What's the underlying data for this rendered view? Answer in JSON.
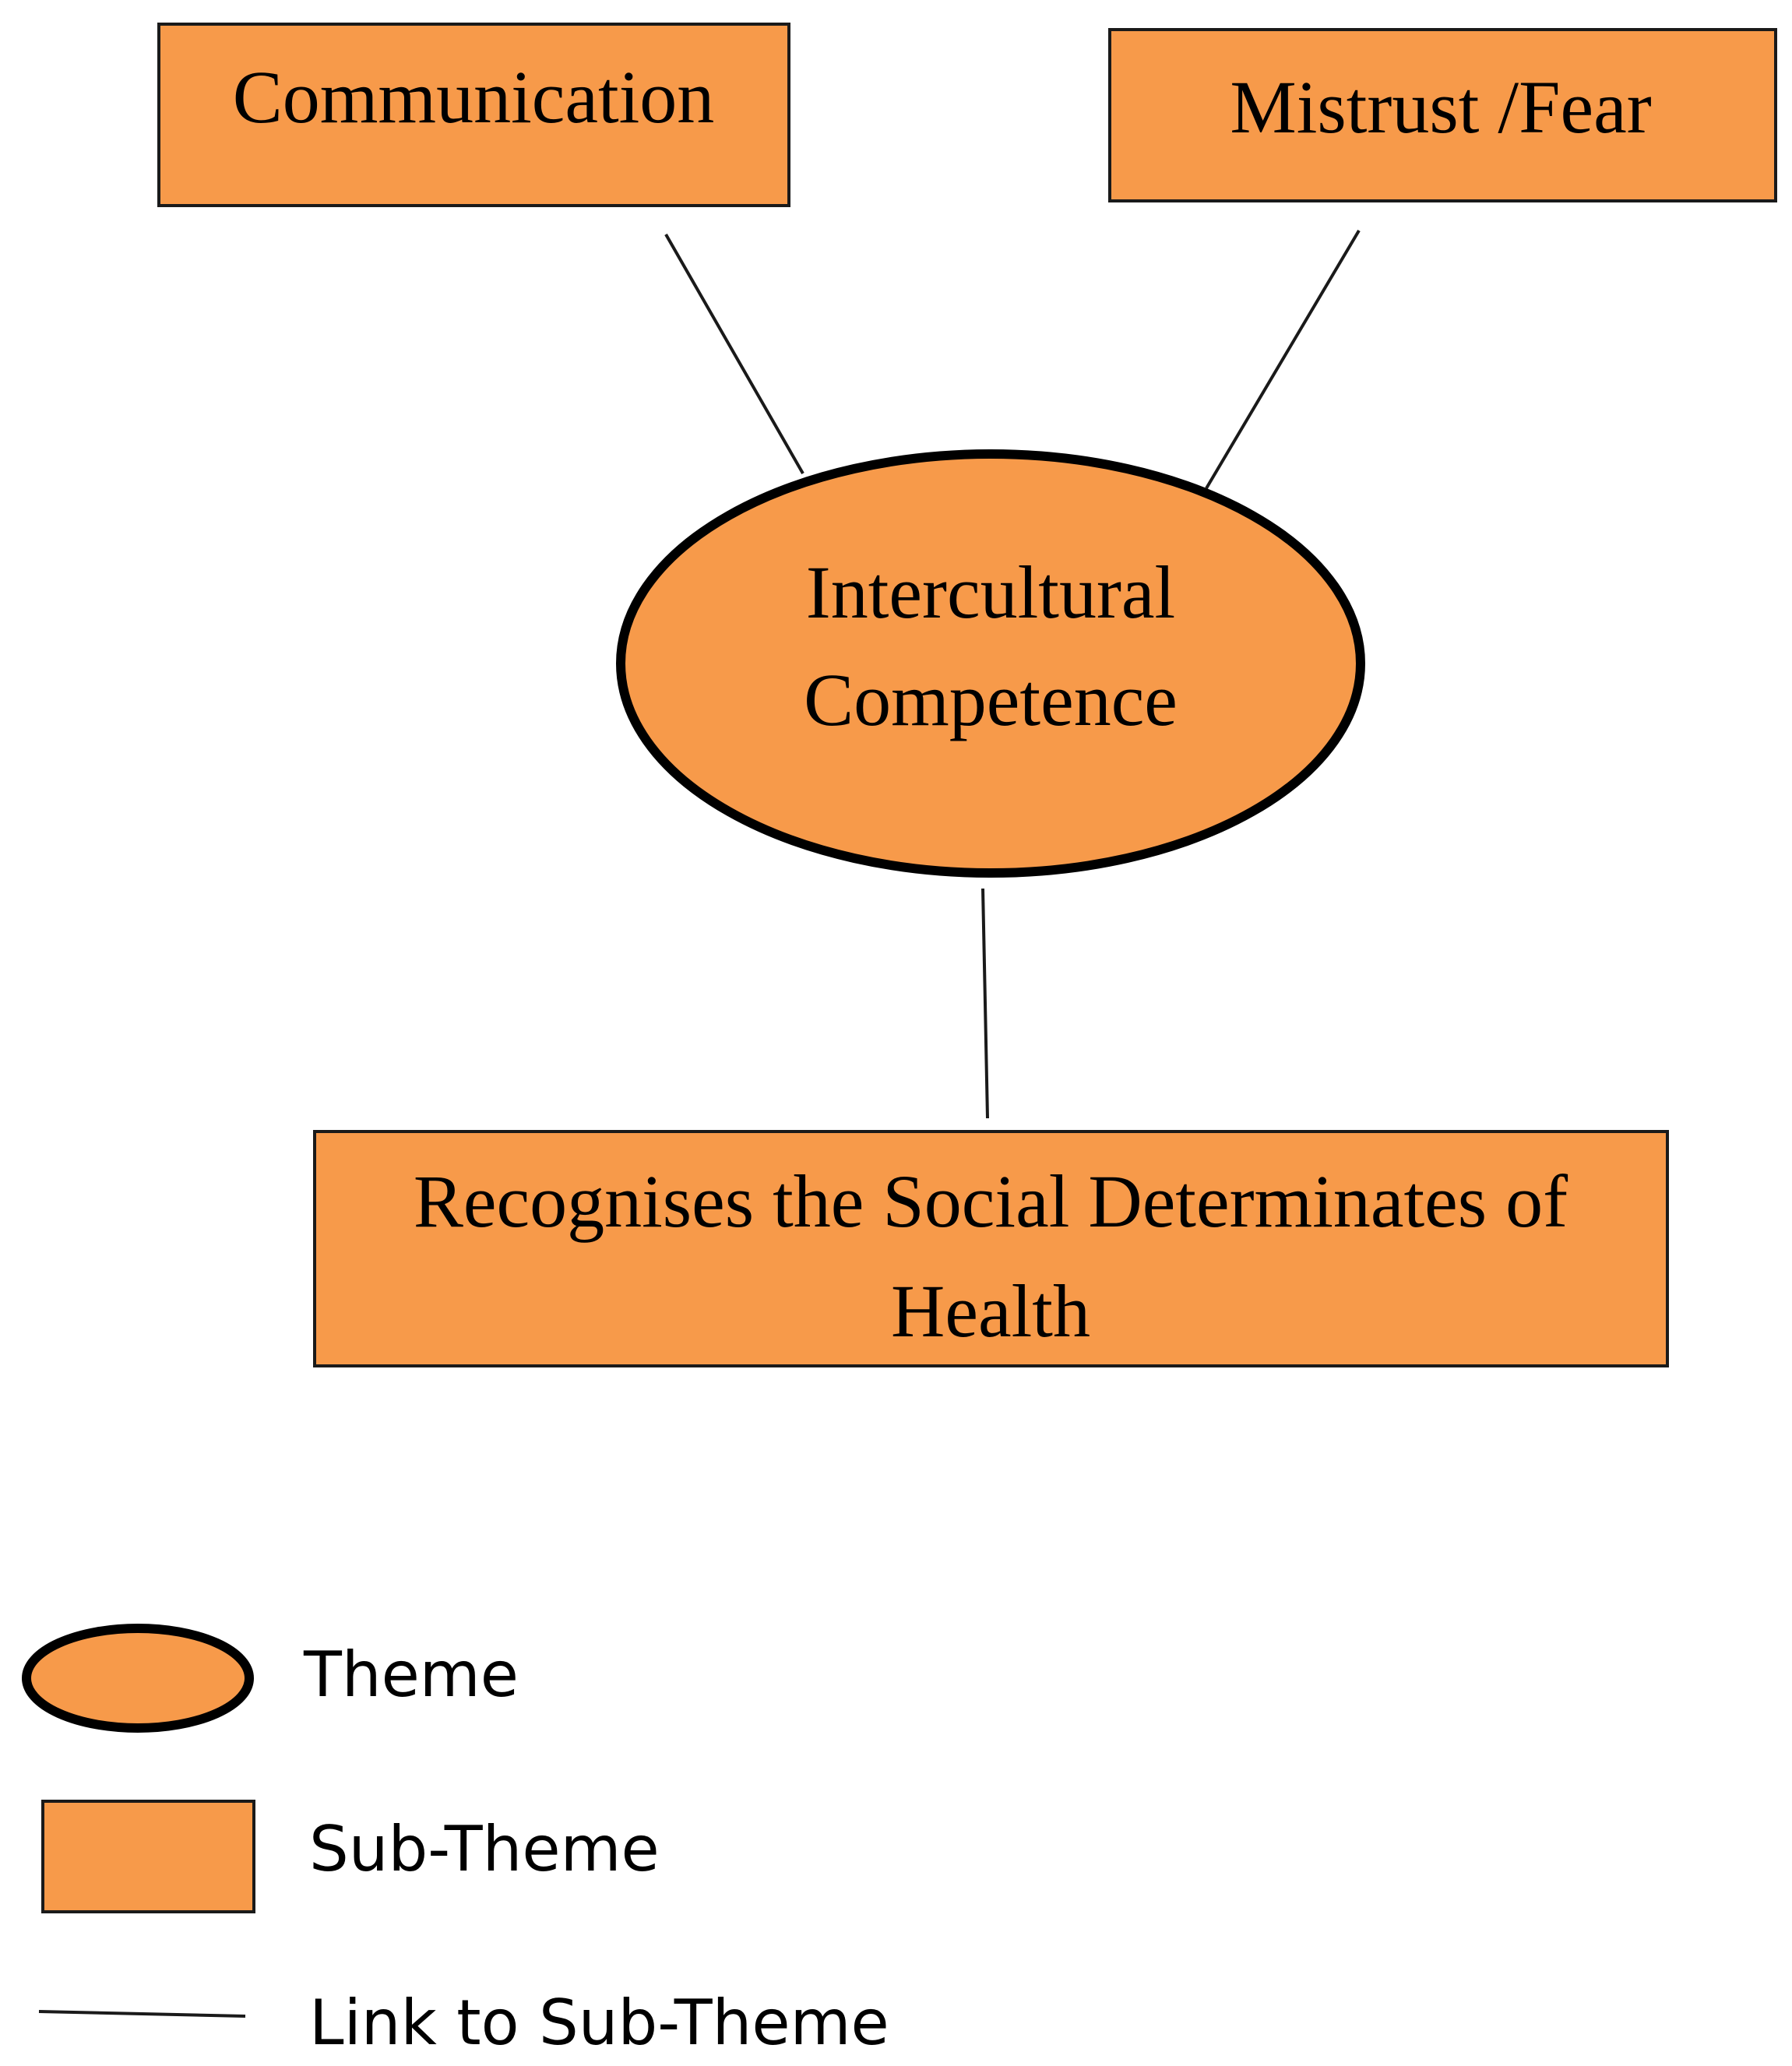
{
  "colors": {
    "fill": "#F79A4A",
    "outline": "#000000",
    "line": "#1a1a1a",
    "background": "#ffffff"
  },
  "theme": {
    "lines": [
      "Intercultural",
      "Competence"
    ]
  },
  "sub_themes": [
    {
      "id": "communication",
      "lines": [
        "Communication"
      ]
    },
    {
      "id": "mistrust",
      "lines": [
        "Mistrust /Fear"
      ]
    },
    {
      "id": "social",
      "lines": [
        "Recognises the Social Determinates of",
        "Health"
      ]
    }
  ],
  "legend": {
    "theme_label": "Theme",
    "sub_theme_label": "Sub-Theme",
    "link_label": "Link to Sub-Theme"
  }
}
